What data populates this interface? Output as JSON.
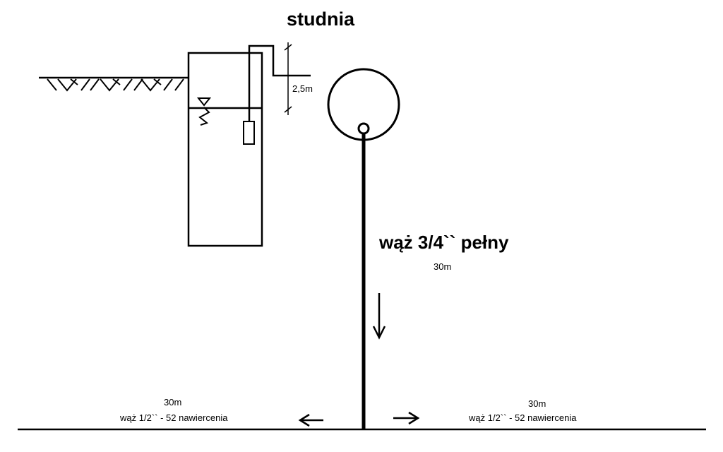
{
  "title": "studnia",
  "dimension_label": "2,5m",
  "main_hose": {
    "label": "wąż 3/4`` pełny",
    "length": "30m"
  },
  "branch_left": {
    "length": "30m",
    "label": "wąż 1/2`` - 52 nawiercenia"
  },
  "branch_right": {
    "length": "30m",
    "label": "wąż 1/2`` - 52 nawiercenia"
  },
  "colors": {
    "line": "#000000",
    "background": "#ffffff"
  }
}
